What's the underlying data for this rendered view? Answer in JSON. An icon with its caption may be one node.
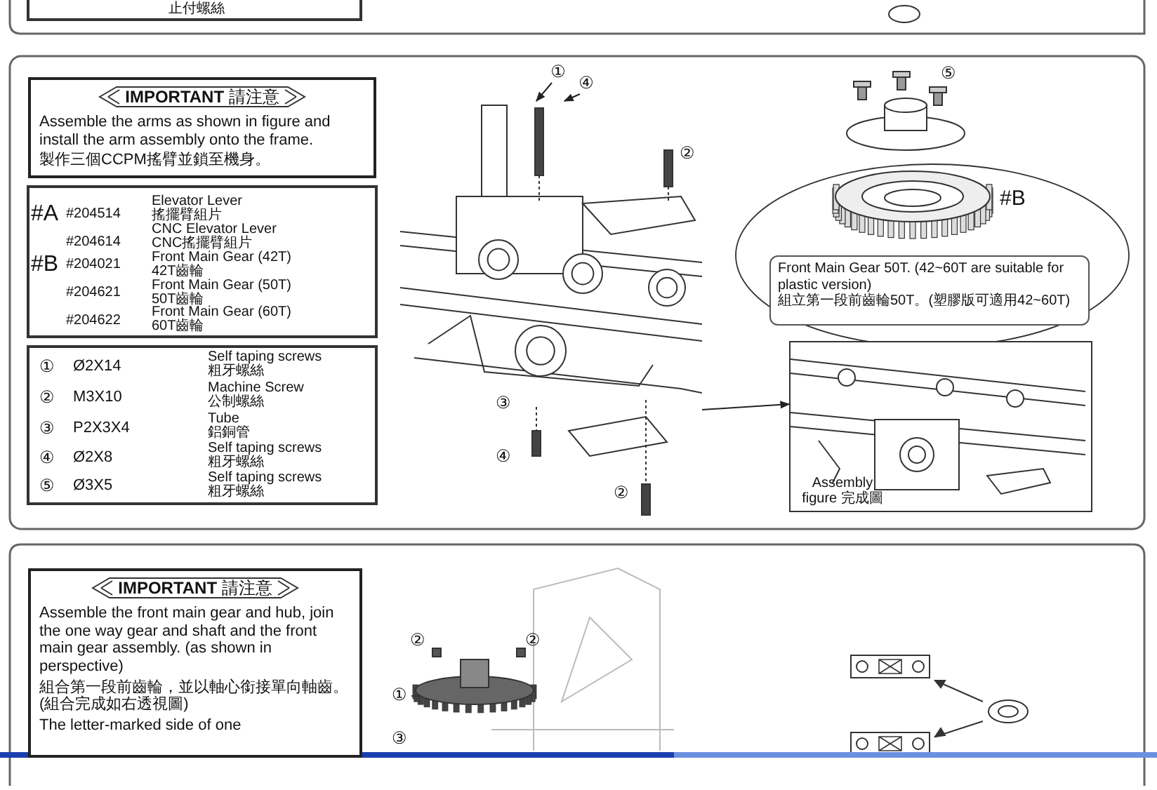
{
  "diagram": {
    "nodes": [
      {
        "text": [
          "**IMPORTANT** 請注意",
          "Assemble the arms as shown in figure and install the arm assembly onto the frame.",
          "製作三個CCPM搖臂並鎖至機身。"
        ]
      },
      {
        "text": [],
        "shape": "picture"
      },
      {
        "text": [
          "①"
        ]
      },
      {
        "text": [
          "④"
        ]
      },
      {
        "text": [
          "Front Main Gear 50T. (42~60T are suitable for plastic version)",
          "組立第一段前齒輪50T。(塑膠版可適用42~60T)"
        ]
      },
      {
        "text": [
          "Assembly figure 完成圖"
        ]
      },
      {
        "text": [
          "**IMPORTANT** 請注意",
          "Assemble the front main gear and hub, join the one way gear and shaft and the front main gear assembly. (as shown in perspective)",
          "組合第一段前齒輪，並以軸心銜接單向軸齒。(組合完成如右透視圖)",
          "The letter-marked side of one"
        ]
      }
    ],
    "edges": [
      {
        "from": 2,
        "to": 1,
        "arrow": "to"
      },
      {
        "from": 3,
        "to": 1,
        "arrow": "to"
      },
      {
        "from": 1,
        "to": 5,
        "arrow": "to"
      }
    ],
    "labels": [
      "止付螺絲",
      "#A",
      "#204514",
      "Elevator Lever 搖擺臂組片",
      "#204614",
      "CNC Elevator Lever CNC搖擺臂組片",
      "#B",
      "#204021",
      "Front Main Gear (42T) 42T齒輪",
      "#204621",
      "Front Main Gear (50T) 50T齒輪",
      "#204622",
      "Front Main Gear (60T) 60T齒輪",
      "①",
      "Ø2X14",
      "Self taping screws 粗牙螺絲",
      "②",
      "M3X10",
      "Machine Screw 公制螺絲",
      "③",
      "P2X3X4",
      "Tube 鋁銅管",
      "④",
      "Ø2X8",
      "Self taping screws 粗牙螺絲",
      "⑤",
      "Ø3X5",
      "Self taping screws 粗牙螺絲",
      "②",
      "③",
      "④",
      "②",
      "⑤",
      "#B",
      "②",
      "②",
      "①",
      "③"
    ]
  }
}
